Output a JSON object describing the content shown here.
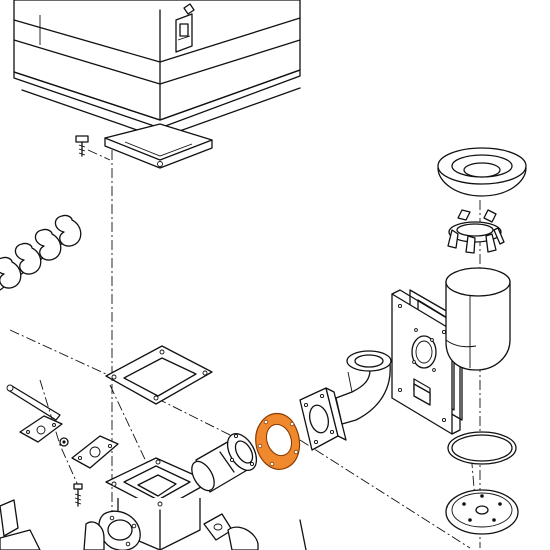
{
  "diagram": {
    "highlight_color": "#f0892e",
    "line_color": "#111111",
    "background": "#ffffff",
    "parts": [
      {
        "id": "hopper-bin"
      },
      {
        "id": "hopper-latch"
      },
      {
        "id": "hopper-bolt"
      },
      {
        "id": "auger-screw"
      },
      {
        "id": "mounting-gasket-square"
      },
      {
        "id": "auger-shaft"
      },
      {
        "id": "shaft-flange-plate"
      },
      {
        "id": "shaft-washer"
      },
      {
        "id": "oval-flange-plate"
      },
      {
        "id": "small-bolt"
      },
      {
        "id": "feed-chute-housing"
      },
      {
        "id": "auger-tube"
      },
      {
        "id": "tube-end-flange"
      },
      {
        "id": "round-gasket-highlighted"
      },
      {
        "id": "elbow-mount-flange"
      },
      {
        "id": "elbow-pipe"
      },
      {
        "id": "wall-mounting-plate"
      },
      {
        "id": "plate-gasket-frame"
      },
      {
        "id": "burner-tube"
      },
      {
        "id": "clip-ring"
      },
      {
        "id": "burner-cup-top"
      },
      {
        "id": "o-ring-gasket"
      },
      {
        "id": "end-cover-disc"
      }
    ]
  }
}
